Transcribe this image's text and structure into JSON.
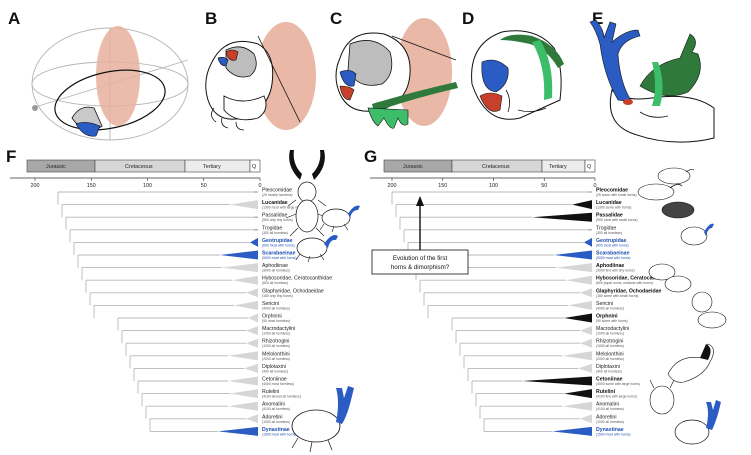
{
  "panels": {
    "A": "A",
    "B": "B",
    "C": "C",
    "D": "D",
    "E": "E",
    "F": "F",
    "G": "G"
  },
  "colors": {
    "horn_blue": "#2a5cc4",
    "mandible_red": "#c6402c",
    "pink_ellipse": "#e7b09c",
    "green": "#2f7a3a",
    "light_green": "#3dbd6a",
    "clade_grey": "#d6d6d6",
    "black": "#111111"
  },
  "timescale": {
    "eras": [
      "Jurassic",
      "Cretaceous",
      "Tertiary",
      "Q"
    ],
    "ticks": [
      "200",
      "150",
      "100",
      "50",
      "0"
    ]
  },
  "annotation": "Evolution of the first horns & dimorphism?",
  "tree_F": [
    {
      "name": "Pleocomidae",
      "sub": "(25 mostly hornless)",
      "style": "normal"
    },
    {
      "name": "Lucanidae",
      "sub": "(1300 most with large mandibles)",
      "style": "bold"
    },
    {
      "name": "Passalidae",
      "sub": "(500 only tiny horns)",
      "style": "normal"
    },
    {
      "name": "Trogidae",
      "sub": "(300 all hornless)",
      "style": "normal"
    },
    {
      "name": "Geotrupidae",
      "sub": "(600 most with horns)",
      "style": "blue"
    },
    {
      "name": "Scarabaeinae",
      "sub": "(5000 most with horns)",
      "style": "blue"
    },
    {
      "name": "Aphodiinae",
      "sub": "(3000 all hornless)",
      "style": "normal"
    },
    {
      "name": "Hybosoridae, Ceratocanthidae",
      "sub": "(600 all hornless)",
      "style": "normal"
    },
    {
      "name": "Glaphyridae, Ochodaeidae",
      "sub": "(150 only tiny horns)",
      "style": "normal"
    },
    {
      "name": "Sericini",
      "sub": "(4000 all hornless)",
      "style": "normal"
    },
    {
      "name": "Orphnini",
      "sub": "(90 most hornless)",
      "style": "normal"
    },
    {
      "name": "Macrodactylini",
      "sub": "(1000 all hornless)",
      "style": "normal"
    },
    {
      "name": "Rhizotrogini",
      "sub": "(1000 all hornless)",
      "style": "normal"
    },
    {
      "name": "Melolonthini",
      "sub": "(2000 all hornless)",
      "style": "normal"
    },
    {
      "name": "Diplotaxini",
      "sub": "(400 all hornless)",
      "style": "normal"
    },
    {
      "name": "Cetoniinae",
      "sub": "(4000 most hornless)",
      "style": "normal"
    },
    {
      "name": "Rutelini",
      "sub": "(4100 almost all hornless)",
      "style": "normal"
    },
    {
      "name": "Anomalini",
      "sub": "(4100 all hornless)",
      "style": "normal"
    },
    {
      "name": "Adoretini",
      "sub": "(1000 all hornless)",
      "style": "normal"
    },
    {
      "name": "Dynastinae",
      "sub": "(1500 most with horns)",
      "style": "blue"
    }
  ],
  "tree_G": [
    {
      "name": "Pleocomidae",
      "sub": "(25 some with small horns)",
      "style": "bold"
    },
    {
      "name": "Lucanidae",
      "sub": "(1300 some with horns)",
      "style": "bold"
    },
    {
      "name": "Passalidae",
      "sub": "(500 most with small horns)",
      "style": "bold"
    },
    {
      "name": "Trogidae",
      "sub": "(300 all hornless)",
      "style": "normal"
    },
    {
      "name": "Geotrupidae",
      "sub": "(600 most with horns)",
      "style": "blue"
    },
    {
      "name": "Scarabaeinae",
      "sub": "(5000 most with horns)",
      "style": "blue"
    },
    {
      "name": "Aphodiinae",
      "sub": "(3000 few with tiny horns)",
      "style": "bold"
    },
    {
      "name": "Hybosoridae, Ceratocanthidae",
      "sub": "(600 pupal horns, mutants with horns)",
      "style": "bold"
    },
    {
      "name": "Glaphyridae, Ochodaeidae",
      "sub": "(150 some with small horns)",
      "style": "bold"
    },
    {
      "name": "Sericini",
      "sub": "(4000 all hornless)",
      "style": "normal"
    },
    {
      "name": "Orphnini",
      "sub": "(90 some with horns)",
      "style": "bold"
    },
    {
      "name": "Macrodactylini",
      "sub": "(1000 all hornless)",
      "style": "normal"
    },
    {
      "name": "Rhizotrogini",
      "sub": "(1000 all hornless)",
      "style": "normal"
    },
    {
      "name": "Melolonthini",
      "sub": "(2000 all hornless)",
      "style": "normal"
    },
    {
      "name": "Diplotaxini",
      "sub": "(400 all hornless)",
      "style": "normal"
    },
    {
      "name": "Cetoniinae",
      "sub": "(4000 some with large horns)",
      "style": "bold"
    },
    {
      "name": "Rutelini",
      "sub": "(4100 few with large horns)",
      "style": "bold"
    },
    {
      "name": "Anomalini",
      "sub": "(4100 all hornless)",
      "style": "normal"
    },
    {
      "name": "Adoretini",
      "sub": "(1000 all hornless)",
      "style": "normal"
    },
    {
      "name": "Dynastinae",
      "sub": "(1500 most with horns)",
      "style": "blue"
    }
  ]
}
